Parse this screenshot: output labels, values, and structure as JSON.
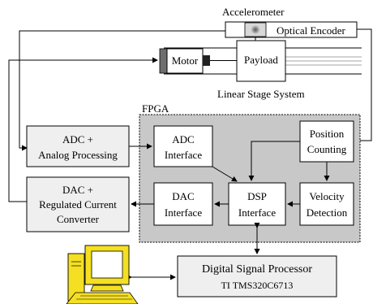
{
  "labels": {
    "accelerometer": "Accelerometer",
    "optical_encoder": "Optical Encoder",
    "motor": "Motor",
    "payload": "Payload",
    "linear_stage": "Linear Stage System",
    "fpga": "FPGA",
    "adc_analog_line1": "ADC +",
    "adc_analog_line2": "Analog Processing",
    "dac_converter_line1": "DAC +",
    "dac_converter_line2": "Regulated Current",
    "dac_converter_line3": "Converter",
    "adc_interface_line1": "ADC",
    "adc_interface_line2": "Interface",
    "position_counting_line1": "Position",
    "position_counting_line2": "Counting",
    "dsp_interface_line1": "DSP",
    "dsp_interface_line2": "Interface",
    "dac_interface_line1": "DAC",
    "dac_interface_line2": "Interface",
    "velocity_detection_line1": "Velocity",
    "velocity_detection_line2": "Detection",
    "dsp_processor_line1": "Digital Signal Processor",
    "dsp_processor_line2": "TI TMS320C6713"
  },
  "colors": {
    "fpga_fill": "#c8c8c8",
    "block_fill": "#ffffff",
    "external_block_fill": "#efefef",
    "computer_fill": "#f4df22",
    "screen_fill": "#ffffff"
  },
  "icons": {
    "computer": "computer-icon",
    "sensor": "sensor-icon"
  }
}
